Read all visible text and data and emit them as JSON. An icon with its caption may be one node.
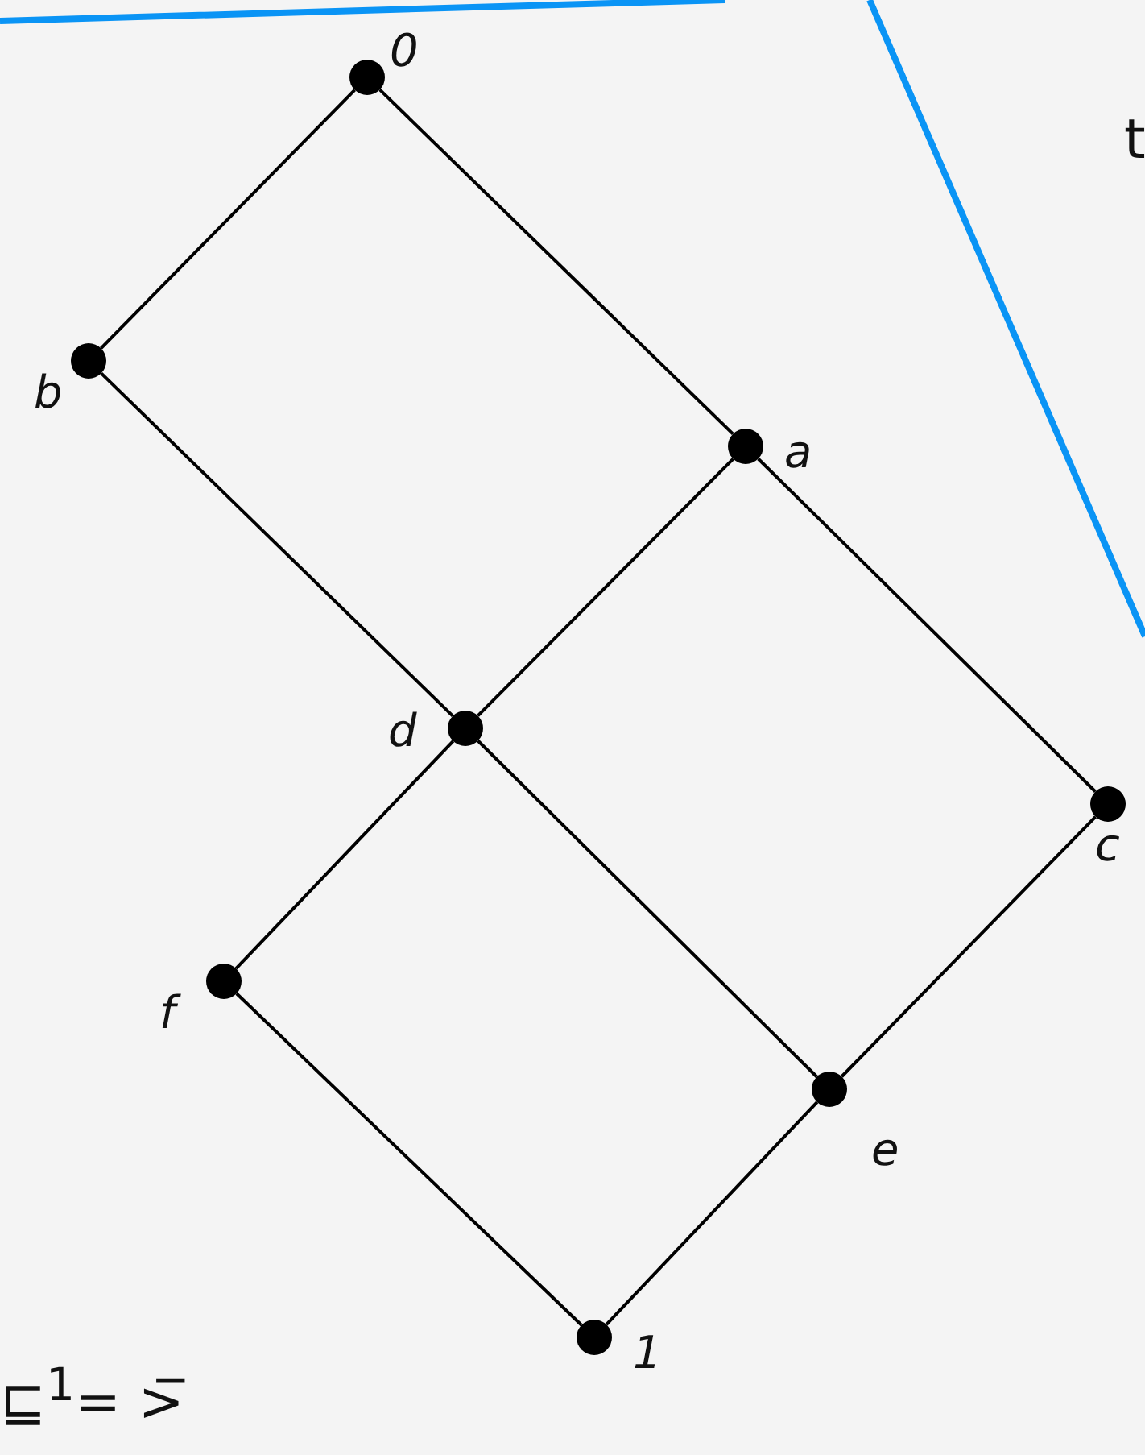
{
  "diagram": {
    "nodes": [
      {
        "text": [
          "0"
        ]
      },
      {
        "text": [
          "b"
        ]
      },
      {
        "text": [
          "a"
        ]
      },
      {
        "text": [
          "d"
        ]
      },
      {
        "text": [
          "c"
        ]
      },
      {
        "text": [
          "f"
        ]
      },
      {
        "text": [
          "e"
        ]
      },
      {
        "text": [
          "1"
        ]
      }
    ],
    "edges": [
      {
        "from": 0,
        "to": 1,
        "arrow": "none"
      },
      {
        "from": 0,
        "to": 2,
        "arrow": "none"
      },
      {
        "from": 1,
        "to": 3,
        "arrow": "none"
      },
      {
        "from": 2,
        "to": 3,
        "arrow": "none"
      },
      {
        "from": 2,
        "to": 4,
        "arrow": "none"
      },
      {
        "from": 3,
        "to": 5,
        "arrow": "none"
      },
      {
        "from": 3,
        "to": 6,
        "arrow": "none"
      },
      {
        "from": 4,
        "to": 6,
        "arrow": "none"
      },
      {
        "from": 5,
        "to": 7,
        "arrow": "none"
      },
      {
        "from": 6,
        "to": 7,
        "arrow": "none"
      }
    ],
    "labels": [
      "t",
      "⊑$^{1}$= >̅"
    ]
  }
}
